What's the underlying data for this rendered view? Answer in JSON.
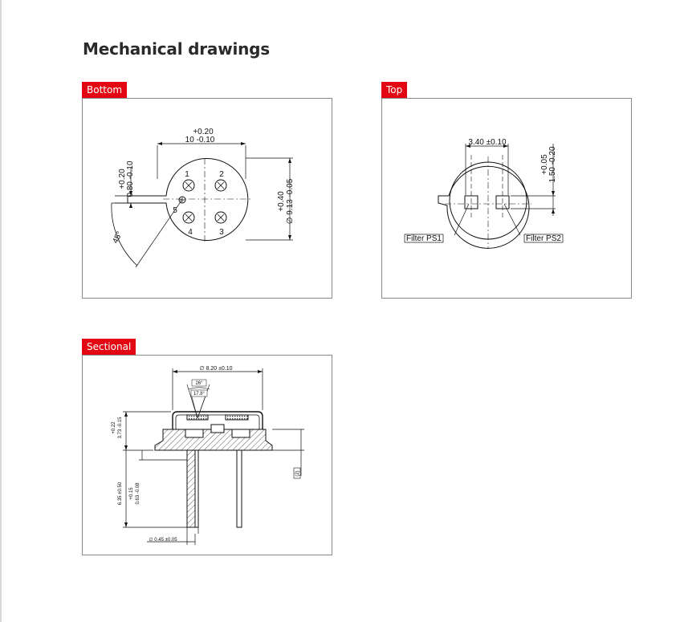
{
  "page": {
    "title": "Mechanical drawings"
  },
  "bottom": {
    "tag": "Bottom",
    "width_tol_plus": "+0.20",
    "width_dim": "10 -0.10",
    "tab_tol_plus": "+0.20",
    "tab_dim": "0.80 -0.10",
    "dia_tol_plus": "+0.40",
    "dia_dim": "∅ 9.13 -0.05",
    "angle": "45°",
    "pins": [
      "1",
      "2",
      "3",
      "4",
      "5"
    ]
  },
  "top": {
    "tag": "Top",
    "spacing_dim": "3.40 ±0.10",
    "offset_tol_plus": "+0.05",
    "offset_dim": "1.50 -0.20",
    "filter1": "Filter PS1",
    "filter2": "Filter PS2"
  },
  "sectional": {
    "tag": "Sectional",
    "cap_dia": "∅ 8.20 ±0.10",
    "angle_outer": "26°",
    "angle_inner": "17.8°",
    "height_tol_plus": "+0.22",
    "height_dim": "3.73 -0.15",
    "lead_len": "6.35 ±0.50",
    "stub_tol_plus": "+0.15",
    "stub_dim": "0.63 -0.08",
    "lead_dia": "∅ 0.45 ±0.05",
    "ref": "(2)"
  }
}
